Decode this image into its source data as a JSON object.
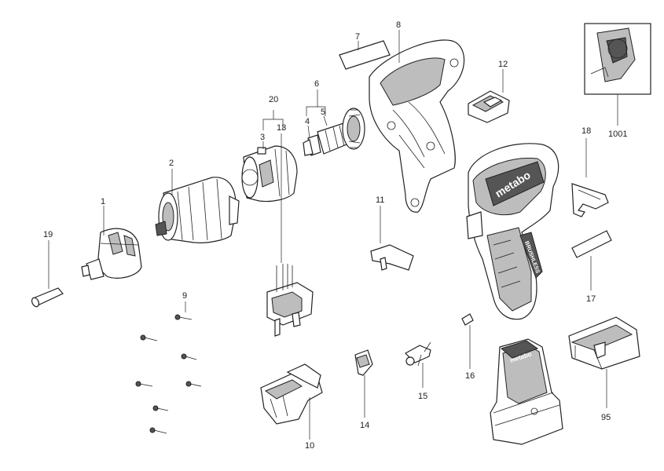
{
  "diagram": {
    "parts": [
      {
        "id": "p1",
        "number": "1"
      },
      {
        "id": "p2",
        "number": "2"
      },
      {
        "id": "p3",
        "number": "3"
      },
      {
        "id": "p4",
        "number": "4"
      },
      {
        "id": "p5",
        "number": "5"
      },
      {
        "id": "p6",
        "number": "6"
      },
      {
        "id": "p7",
        "number": "7"
      },
      {
        "id": "p8",
        "number": "8"
      },
      {
        "id": "p9",
        "number": "9"
      },
      {
        "id": "p10",
        "number": "10"
      },
      {
        "id": "p11",
        "number": "11"
      },
      {
        "id": "p12",
        "number": "12"
      },
      {
        "id": "p13",
        "number": "13"
      },
      {
        "id": "p14",
        "number": "14"
      },
      {
        "id": "p15",
        "number": "15"
      },
      {
        "id": "p16",
        "number": "16"
      },
      {
        "id": "p17",
        "number": "17"
      },
      {
        "id": "p18",
        "number": "18"
      },
      {
        "id": "p19",
        "number": "19"
      },
      {
        "id": "p20",
        "number": "20"
      },
      {
        "id": "p95",
        "number": "95"
      },
      {
        "id": "p1001",
        "number": "1001"
      }
    ],
    "housing_brand": "metabo",
    "grip_label": "BRUSHLESS",
    "battery_brand": "metabo"
  }
}
